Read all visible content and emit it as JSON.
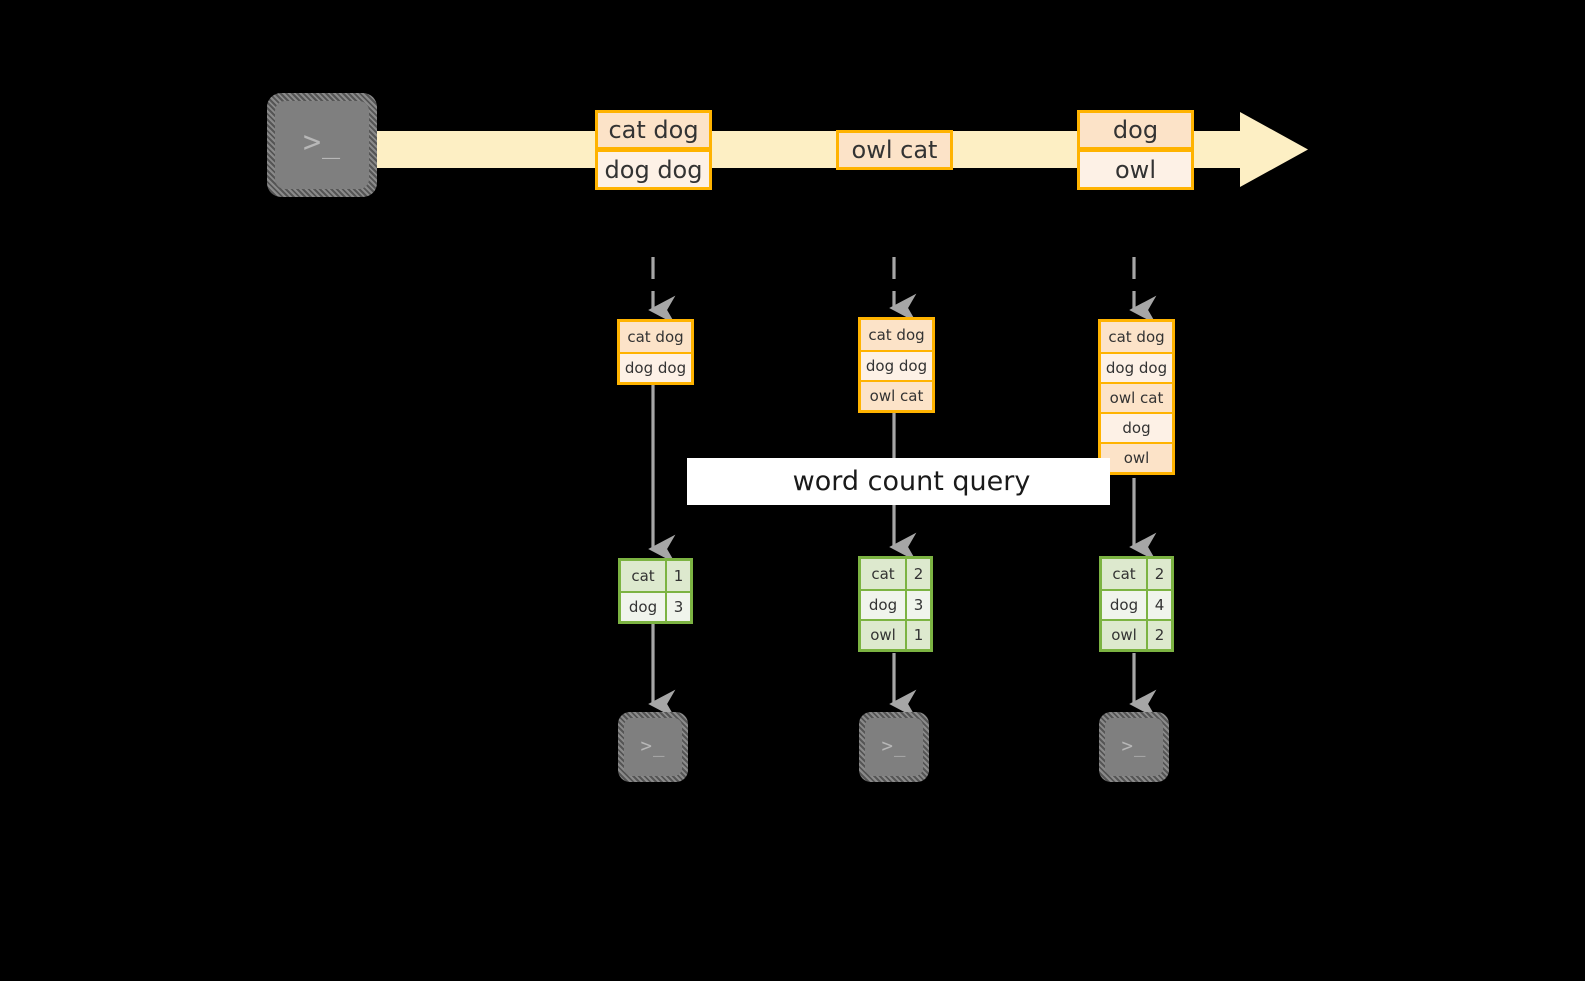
{
  "diagram": {
    "title": "word count query",
    "colors": {
      "background": "#000000",
      "record_border": "#FFB300",
      "record_fill_dark": "#FCE3C8",
      "record_fill_light": "#FDF1E6",
      "stream_arrow_fill": "#FDEFC4",
      "result_border": "#7CB342",
      "result_fill_dark": "#DDE9CE",
      "result_fill_light": "#F0F4EC",
      "connector": "#A6A6A6",
      "terminal_fill": "#7F7F7F",
      "caption_band": "#FFFFFF"
    }
  },
  "source": {
    "icon": "terminal-icon",
    "glyph": ">_"
  },
  "stream": {
    "icon": "right-arrow-icon",
    "groups": [
      {
        "name": "stream-records-group-1",
        "records": [
          {
            "text": "cat dog",
            "shade": "dark"
          },
          {
            "text": "dog dog",
            "shade": "light"
          }
        ]
      },
      {
        "name": "stream-records-group-2",
        "records": [
          {
            "text": "owl cat",
            "shade": "dark"
          }
        ]
      },
      {
        "name": "stream-records-group-3",
        "records": [
          {
            "text": "dog",
            "shade": "dark"
          },
          {
            "text": "owl",
            "shade": "light"
          }
        ]
      }
    ]
  },
  "snapshots": [
    {
      "name": "snapshot-1",
      "rows": [
        {
          "text": "cat dog",
          "shade": "dark"
        },
        {
          "text": "dog dog",
          "shade": "light"
        }
      ]
    },
    {
      "name": "snapshot-2",
      "rows": [
        {
          "text": "cat dog",
          "shade": "dark"
        },
        {
          "text": "dog dog",
          "shade": "light"
        },
        {
          "text": "owl cat",
          "shade": "dark"
        }
      ]
    },
    {
      "name": "snapshot-3",
      "rows": [
        {
          "text": "cat dog",
          "shade": "dark"
        },
        {
          "text": "dog dog",
          "shade": "light"
        },
        {
          "text": "owl cat",
          "shade": "dark"
        },
        {
          "text": "dog",
          "shade": "light"
        },
        {
          "text": "owl",
          "shade": "dark"
        }
      ]
    }
  ],
  "results": [
    {
      "name": "result-table-1",
      "rows": [
        {
          "word": "cat",
          "count": "1",
          "shade": "dark"
        },
        {
          "word": "dog",
          "count": "3",
          "shade": "light"
        }
      ]
    },
    {
      "name": "result-table-2",
      "rows": [
        {
          "word": "cat",
          "count": "2",
          "shade": "dark"
        },
        {
          "word": "dog",
          "count": "3",
          "shade": "light"
        },
        {
          "word": "owl",
          "count": "1",
          "shade": "dark"
        }
      ]
    },
    {
      "name": "result-table-3",
      "rows": [
        {
          "word": "cat",
          "count": "2",
          "shade": "dark"
        },
        {
          "word": "dog",
          "count": "4",
          "shade": "light"
        },
        {
          "word": "owl",
          "count": "2",
          "shade": "dark"
        }
      ]
    }
  ],
  "sinks": [
    {
      "name": "sink-terminal-1",
      "glyph": ">_"
    },
    {
      "name": "sink-terminal-2",
      "glyph": ">_"
    },
    {
      "name": "sink-terminal-3",
      "glyph": ">_"
    }
  ]
}
